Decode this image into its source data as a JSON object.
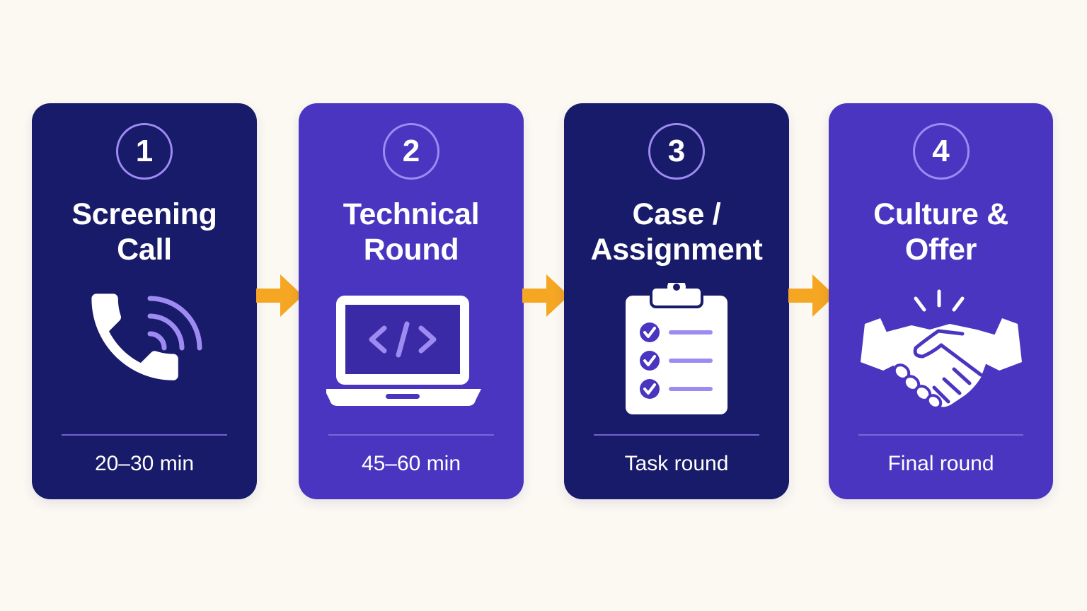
{
  "steps": [
    {
      "number": "1",
      "title_lines": [
        "Screening",
        "Call"
      ],
      "duration": "20–30 min",
      "icon": "phone-icon",
      "color": "#181a6a"
    },
    {
      "number": "2",
      "title_lines": [
        "Technical",
        "Round"
      ],
      "duration": "45–60 min",
      "icon": "laptop-code-icon",
      "color": "#4a35c0"
    },
    {
      "number": "3",
      "title_lines": [
        "Case /",
        "Assignment"
      ],
      "duration": "Task round",
      "icon": "clipboard-checklist-icon",
      "color": "#181a6a"
    },
    {
      "number": "4",
      "title_lines": [
        "Culture &",
        "Offer"
      ],
      "duration": "Final round",
      "icon": "handshake-icon",
      "color": "#4a35c0"
    }
  ],
  "colors": {
    "background": "#fcf9f3",
    "arrow": "#f5a623",
    "accent": "#9d8bf2"
  }
}
